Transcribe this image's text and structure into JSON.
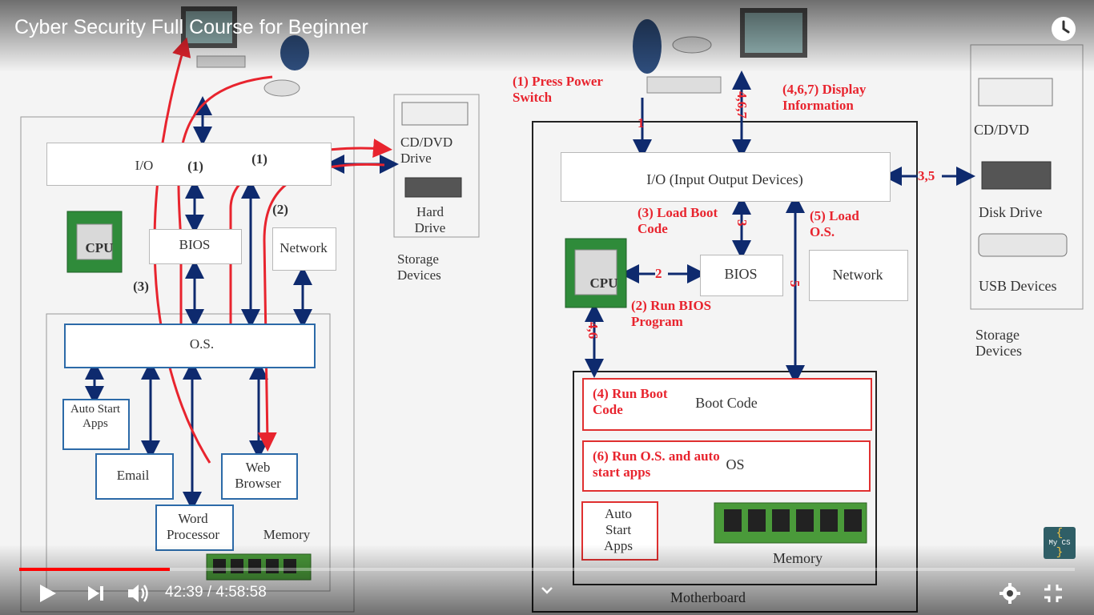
{
  "video": {
    "title": "Cyber Security Full Course for Beginner",
    "time_current": "42:39",
    "time_separator": "/",
    "time_total": "4:58:58",
    "progress": 0.1427,
    "logo_text_top": "{",
    "logo_text_mid": "My CS",
    "logo_text_bot": "}"
  },
  "left_diagram": {
    "io_label": "I/O",
    "bios_label": "BIOS",
    "network_label": "Network",
    "os_label": "O.S.",
    "cpu_label": "CPU",
    "step1a": "(1)",
    "step1b": "(1)",
    "step2": "(2)",
    "step3": "(3)",
    "autostart_label": "Auto Start Apps",
    "email_label": "Email",
    "browser_label": "Web Browser",
    "word_label": "Word Processor",
    "memory_label": "Memory",
    "cd_label": "CD/DVD Drive",
    "hd_label": "Hard Drive",
    "storage_label": "Storage Devices"
  },
  "right_diagram": {
    "press_power": "(1) Press Power Switch",
    "display_info": "(4,6,7) Display Information",
    "io_label": "I/O (Input Output Devices)",
    "load_boot": "(3) Load Boot Code",
    "load_os": "(5) Load O.S.",
    "bios_label": "BIOS",
    "network_label": "Network",
    "cpu_label": "CPU",
    "run_bios": "(2) Run BIOS Program",
    "run_boot": "(4) Run Boot Code",
    "boot_code": "Boot Code",
    "run_os": "(6) Run O.S. and auto start apps",
    "os_label": "OS",
    "autostart_label": "Auto Start Apps",
    "memory_label": "Memory",
    "motherboard_label": "Motherboard",
    "arrow_1": "1",
    "arrow_467": "4,6,7",
    "arrow_2": "2",
    "arrow_3": "3",
    "arrow_35": "3,5",
    "arrow_46": "4,6",
    "arrow_5": "5",
    "cd_label": "CD/DVD",
    "disk_label": "Disk Drive",
    "usb_label": "USB Devices",
    "storage_label": "Storage Devices"
  },
  "colors": {
    "accent_red": "#e8242e",
    "arrow_blue": "#0e2a6e",
    "box_blue": "#2c6aa8",
    "progress": "#ff0000"
  },
  "icons": [
    "clock-icon",
    "play-icon",
    "next-icon",
    "volume-icon",
    "settings-icon",
    "exit-fullscreen-icon",
    "chevron-down-icon"
  ]
}
